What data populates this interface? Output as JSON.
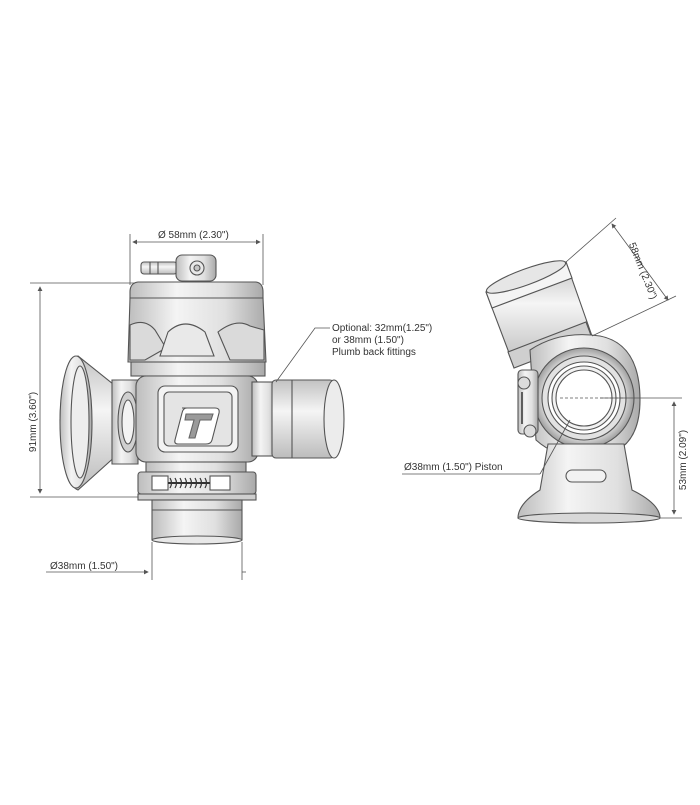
{
  "dimensions": {
    "top_width": "Ø 58mm (2.30\")",
    "height": "91mm (3.60\")",
    "bottom_port": "Ø38mm (1.50\")",
    "side_angle": "58mm (2.30\")",
    "side_height": "53mm (2.09\")",
    "piston": "Ø38mm (1.50\") Piston"
  },
  "note": {
    "line1": "Optional: 32mm(1.25\")",
    "line2": "or 38mm  (1.50\")",
    "line3": "Plumb back fittings"
  },
  "colors": {
    "line": "#555555",
    "fill_light": "#f2f2f2",
    "fill_mid": "#d9d9d9",
    "fill_dark": "#b5b5b5"
  }
}
